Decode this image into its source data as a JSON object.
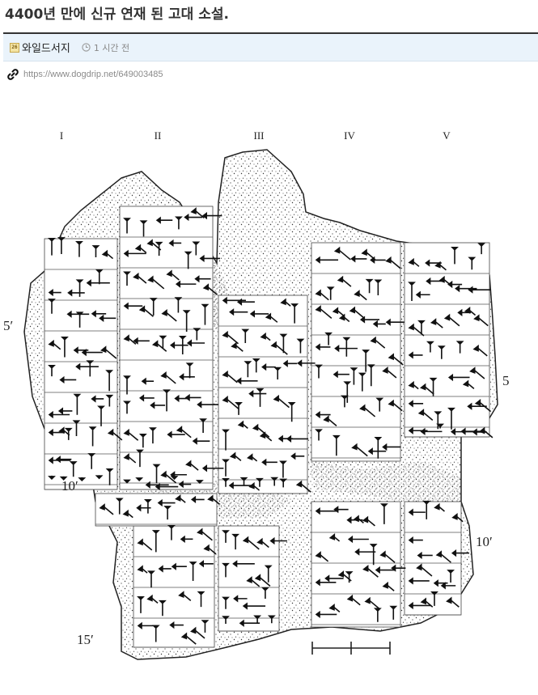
{
  "post": {
    "title": "4400년 만에 신규 연재 된 고대 소설.",
    "board_badge": "26",
    "author": "와일드서지",
    "time": "1 시간 전",
    "url": "https://www.dogdrip.net/649003485"
  },
  "tablet": {
    "columns": [
      "I",
      "II",
      "III",
      "IV",
      "V"
    ],
    "line_numbers_left": [
      "5′",
      "10′",
      "15′"
    ],
    "line_numbers_right": [
      "5",
      "10′"
    ]
  },
  "colors": {
    "accent_bar": "#eaf3fb",
    "title_rule": "#333333"
  }
}
